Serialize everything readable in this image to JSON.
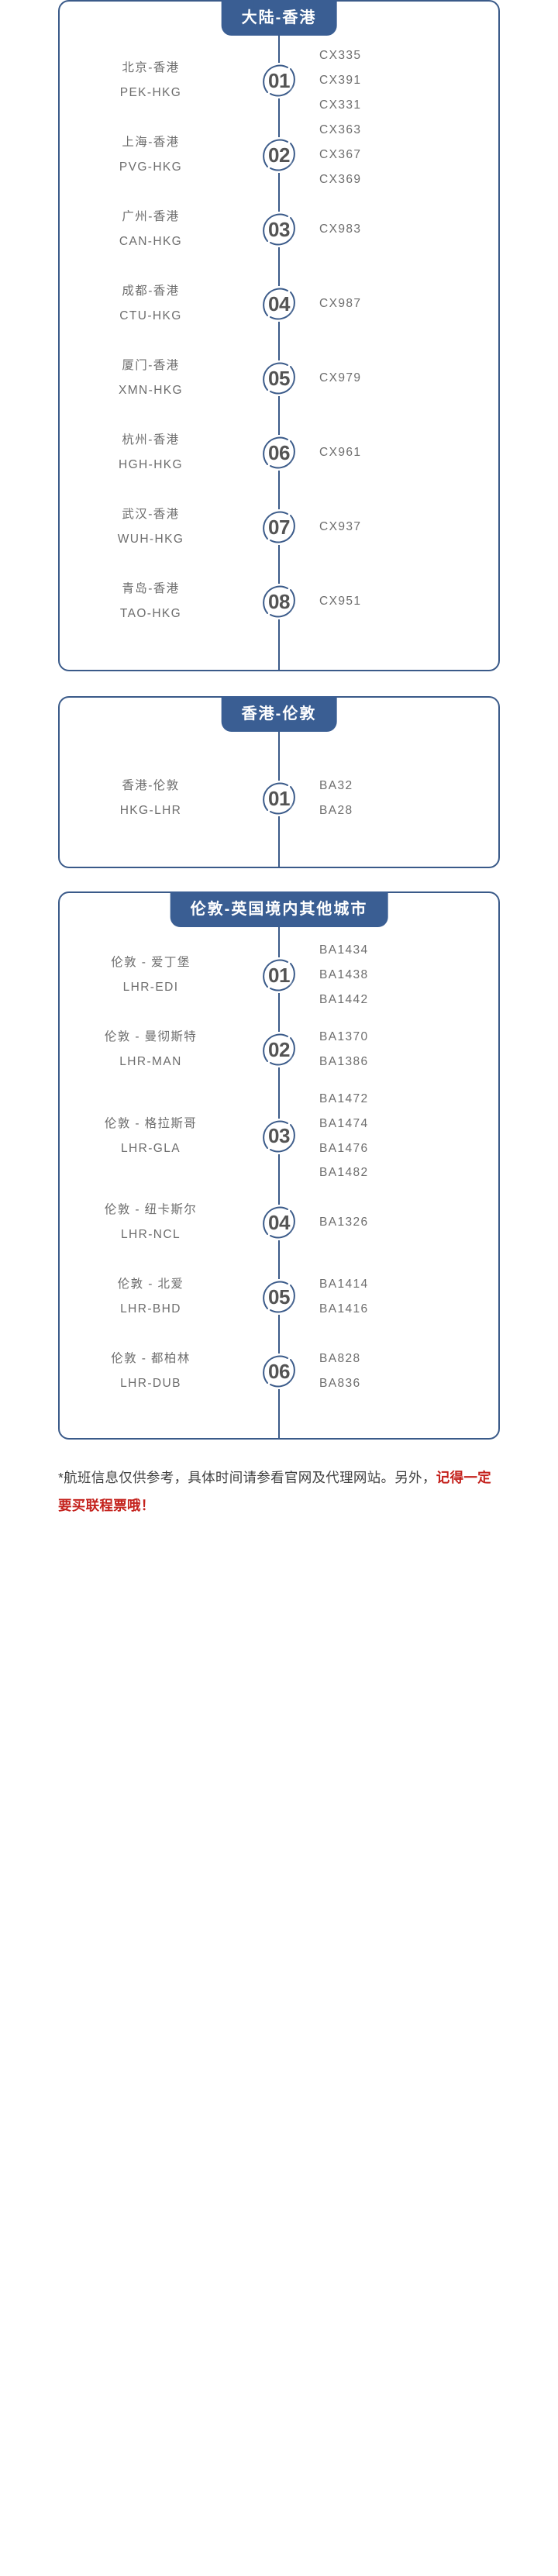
{
  "theme": {
    "border_color": "#3a5a89",
    "badge_bg": "#3a5e93",
    "badge_text": "#ffffff",
    "body_text": "#6d6d6d",
    "number_text": "#545454",
    "highlight": "#c4211c"
  },
  "sections": [
    {
      "badge": "大陆-香港",
      "rows": [
        {
          "no": "01",
          "cn": "北京-香港",
          "iata": "PEK-HKG",
          "flights": [
            "CX335",
            "CX391",
            "CX331"
          ]
        },
        {
          "no": "02",
          "cn": "上海-香港",
          "iata": "PVG-HKG",
          "flights": [
            "CX363",
            "CX367",
            "CX369"
          ]
        },
        {
          "no": "03",
          "cn": "广州-香港",
          "iata": "CAN-HKG",
          "flights": [
            "CX983"
          ]
        },
        {
          "no": "04",
          "cn": "成都-香港",
          "iata": "CTU-HKG",
          "flights": [
            "CX987"
          ]
        },
        {
          "no": "05",
          "cn": "厦门-香港",
          "iata": "XMN-HKG",
          "flights": [
            "CX979"
          ]
        },
        {
          "no": "06",
          "cn": "杭州-香港",
          "iata": "HGH-HKG",
          "flights": [
            "CX961"
          ]
        },
        {
          "no": "07",
          "cn": "武汉-香港",
          "iata": "WUH-HKG",
          "flights": [
            "CX937"
          ]
        },
        {
          "no": "08",
          "cn": "青岛-香港",
          "iata": "TAO-HKG",
          "flights": [
            "CX951"
          ]
        }
      ]
    },
    {
      "badge": "香港-伦敦",
      "rows": [
        {
          "no": "01",
          "cn": "香港-伦敦",
          "iata": "HKG-LHR",
          "flights": [
            "BA32",
            "BA28"
          ]
        }
      ]
    },
    {
      "badge": "伦敦-英国境内其他城市",
      "rows": [
        {
          "no": "01",
          "cn": "伦敦 - 爱丁堡",
          "iata": "LHR-EDI",
          "flights": [
            "BA1434",
            "BA1438",
            "BA1442"
          ]
        },
        {
          "no": "02",
          "cn": "伦敦 - 曼彻斯特",
          "iata": "LHR-MAN",
          "flights": [
            "BA1370",
            "BA1386"
          ]
        },
        {
          "no": "03",
          "cn": "伦敦 - 格拉斯哥",
          "iata": "LHR-GLA",
          "flights": [
            "BA1472",
            "BA1474",
            "BA1476",
            "BA1482"
          ]
        },
        {
          "no": "04",
          "cn": "伦敦 - 纽卡斯尔",
          "iata": "LHR-NCL",
          "flights": [
            "BA1326"
          ]
        },
        {
          "no": "05",
          "cn": "伦敦 - 北爱",
          "iata": "LHR-BHD",
          "flights": [
            "BA1414",
            "BA1416"
          ]
        },
        {
          "no": "06",
          "cn": "伦敦 - 都柏林",
          "iata": "LHR-DUB",
          "flights": [
            "BA828",
            "BA836"
          ]
        }
      ]
    }
  ],
  "footnote": {
    "plain": "*航班信息仅供参考，具体时间请参看官网及代理网站。另外，",
    "highlight": "记得一定要买联程票哦！"
  }
}
